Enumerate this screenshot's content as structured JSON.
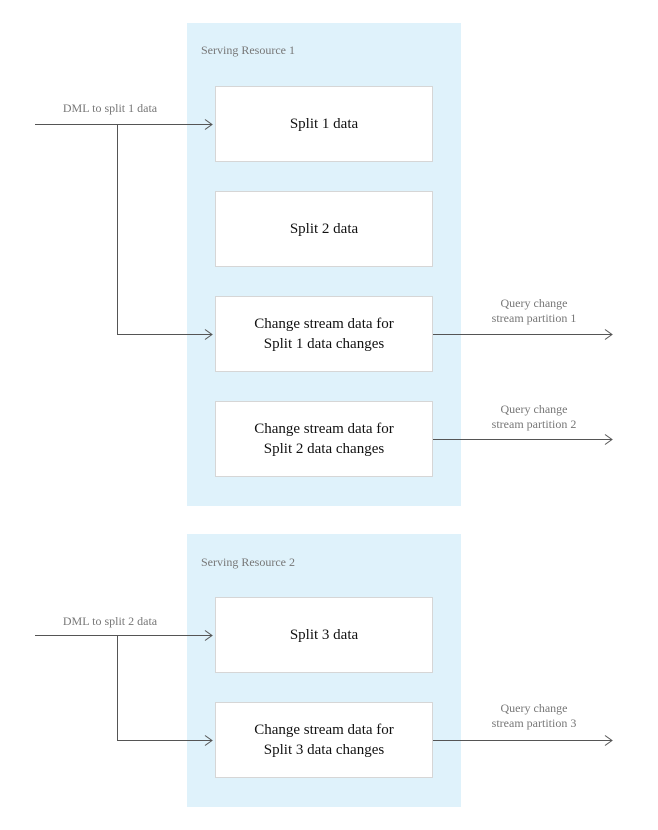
{
  "resources": [
    {
      "title": "Serving Resource 1",
      "input_label": "DML to split 1 data",
      "boxes": [
        "Split 1 data",
        "Split 2 data",
        "Change stream data for\nSplit 1 data changes",
        "Change stream data for\nSplit 2 data changes"
      ],
      "outputs": [
        "Query change\nstream partition 1",
        "Query change\nstream partition 2"
      ]
    },
    {
      "title": "Serving Resource 2",
      "input_label": "DML to split 2 data",
      "boxes": [
        "Split 3 data",
        "Change stream data for\nSplit 3 data changes"
      ],
      "outputs": [
        "Query change\nstream partition 3"
      ]
    }
  ],
  "colors": {
    "resource_fill": "#dff2fb",
    "box_border": "#d6d6d6",
    "line": "#555555",
    "label_text": "#777777"
  }
}
